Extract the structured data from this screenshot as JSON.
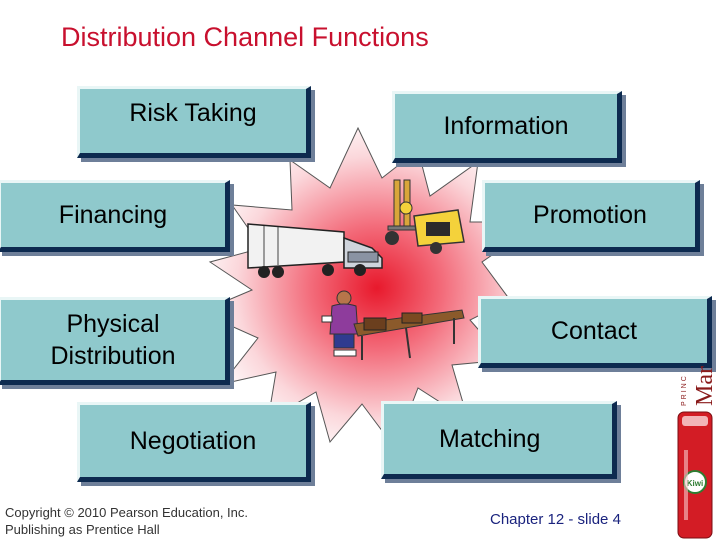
{
  "slide": {
    "title": "Distribution Channel Functions",
    "functions": {
      "risk_taking": "Risk Taking",
      "information": "Information",
      "financing": "Financing",
      "promotion": "Promotion",
      "physical_distribution_line1": "Physical",
      "physical_distribution_line2": "Distribution",
      "contact": "Contact",
      "negotiation": "Negotiation",
      "matching": "Matching"
    },
    "copyright_line1": "Copyright © 2010 Pearson Education, Inc.",
    "copyright_line2": "Publishing as Prentice Hall",
    "slide_number": "Chapter 12 - slide 4"
  },
  "branding": {
    "small_text": "PRINC",
    "large_text": "Mar",
    "can_label": "Kiwi"
  },
  "colors": {
    "title": "#c8102e",
    "box_fill": "#8fc9cc",
    "box_dark_edge": "#0d2a4f",
    "burst_center": "#e8192c",
    "slide_number": "#1a237e"
  }
}
